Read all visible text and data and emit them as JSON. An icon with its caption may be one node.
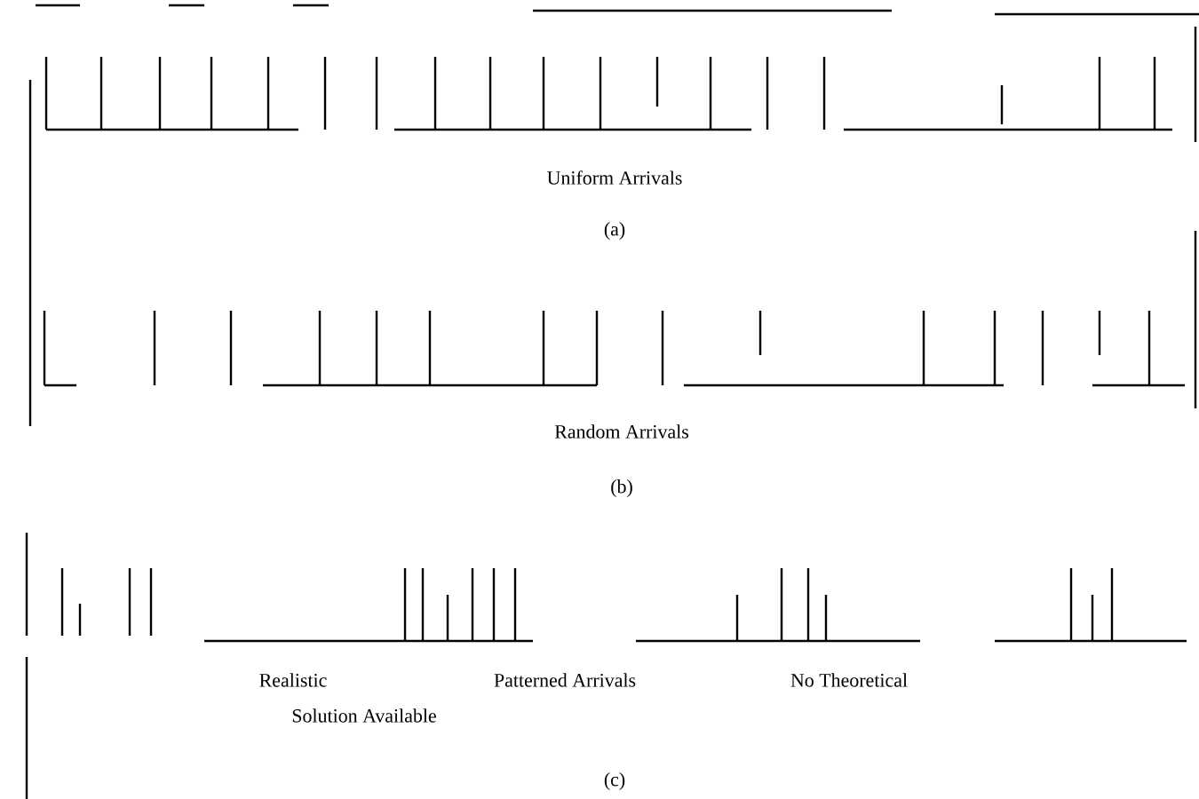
{
  "diagram": {
    "labels": [
      "Uniform Arrivals",
      "(a)",
      "Random Arrivals",
      "(b)",
      "Realistic",
      "Patterned Arrivals",
      "No Theoretical",
      "Solution Available",
      "(c)"
    ]
  }
}
